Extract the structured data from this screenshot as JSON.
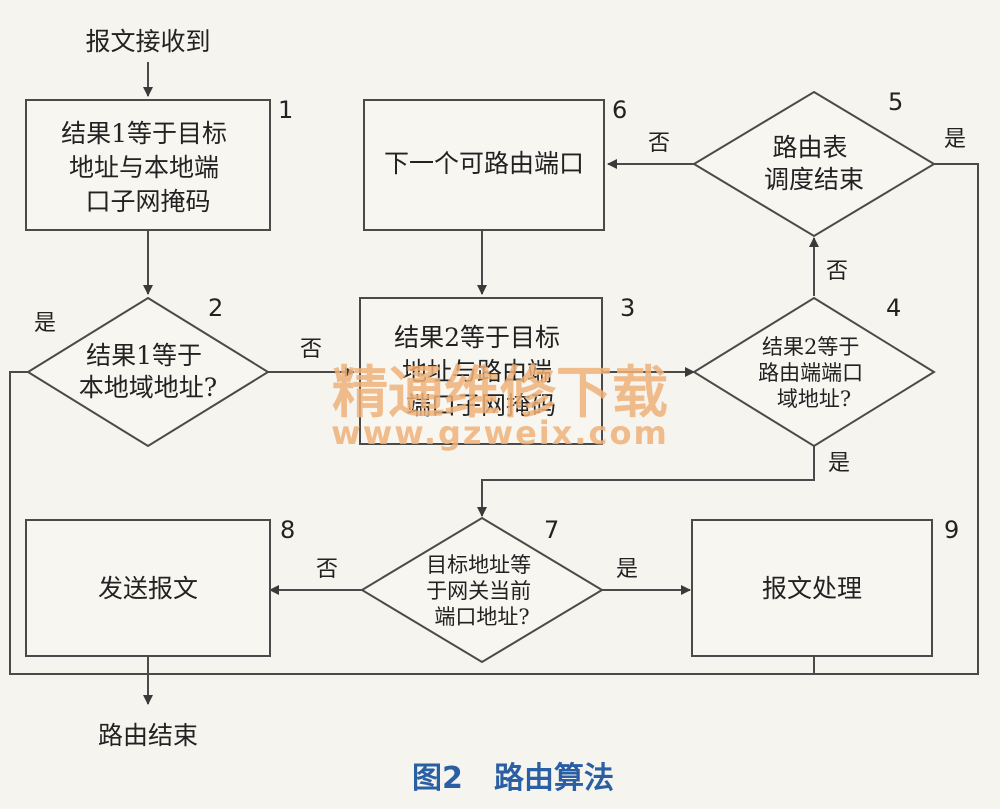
{
  "start_label": "报文接收到",
  "end_label": "路由结束",
  "nodes": {
    "n1": {
      "num": "1",
      "lines": [
        "结果1等于目标",
        "地址与本地端",
        "口子网掩码"
      ]
    },
    "n2": {
      "num": "2",
      "lines": [
        "结果1等于",
        "本地域地址?"
      ]
    },
    "n3": {
      "num": "3",
      "lines": [
        "结果2等于目标",
        "地址与路由端",
        "端口子网掩码"
      ]
    },
    "n4": {
      "num": "4",
      "lines": [
        "结果2等于",
        "路由端端口",
        "域地址?"
      ]
    },
    "n5": {
      "num": "5",
      "lines": [
        "路由表",
        "调度结束"
      ]
    },
    "n6": {
      "num": "6",
      "lines": [
        "下一个可路由端口"
      ]
    },
    "n7": {
      "num": "7",
      "lines": [
        "目标地址等",
        "于网关当前",
        "端口地址?"
      ]
    },
    "n8": {
      "num": "8",
      "lines": [
        "发送报文"
      ]
    },
    "n9": {
      "num": "9",
      "lines": [
        "报文处理"
      ]
    }
  },
  "edge_labels": {
    "yes": "是",
    "no": "否"
  },
  "caption": {
    "figure": "图2",
    "title": "路由算法"
  },
  "watermark": {
    "text": "精通维修下载",
    "url": "www.gzweix.com"
  },
  "colors": {
    "line": "#4a4a4a",
    "caption": "#2a5fa3",
    "watermark": "#f0b27a"
  }
}
